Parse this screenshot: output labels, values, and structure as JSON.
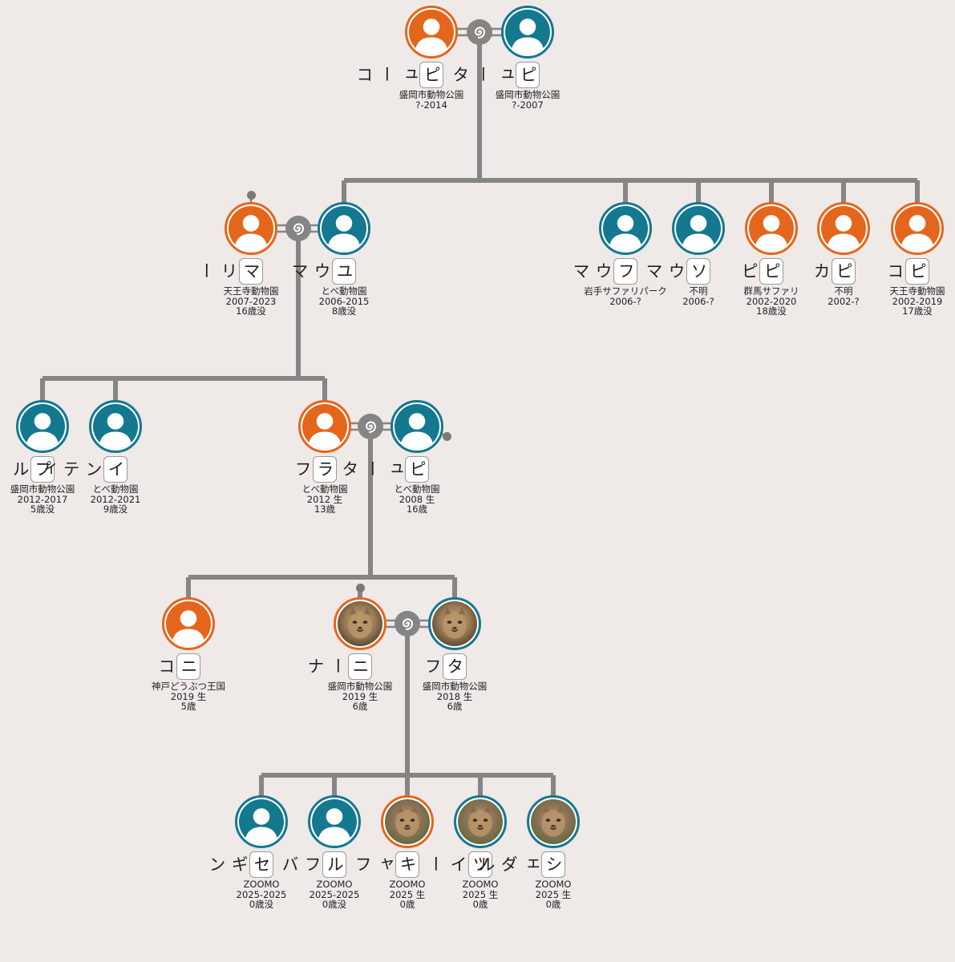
{
  "people": [
    {
      "id": "pyuko",
      "name": "ピューコ",
      "zoo": "盛岡市動物公園",
      "years": "?-2014",
      "note": "",
      "sex": "f",
      "photo": false
    },
    {
      "id": "pyuta1",
      "name": "ピュータ",
      "zoo": "盛岡市動物公園",
      "years": "?-2007",
      "note": "",
      "sex": "m",
      "photo": false
    },
    {
      "id": "mari",
      "name": "マリー",
      "zoo": "天王寺動物園",
      "years": "2007-2023",
      "note": "16歳没",
      "sex": "f",
      "photo": false
    },
    {
      "id": "yuma",
      "name": "ユウマ",
      "zoo": "とべ動物園",
      "years": "2006-2015",
      "note": "8歳没",
      "sex": "m",
      "photo": false
    },
    {
      "id": "fuma",
      "name": "フウマ",
      "zoo": "岩手サファリパーク",
      "years": "2006-?",
      "note": "",
      "sex": "m",
      "photo": false
    },
    {
      "id": "soma",
      "name": "ソウマ",
      "zoo": "不明",
      "years": "2006-?",
      "note": "",
      "sex": "m",
      "photo": false
    },
    {
      "id": "pipi",
      "name": "ピピ",
      "zoo": "群馬サファリ",
      "years": "2002-2020",
      "note": "18歳没",
      "sex": "f",
      "photo": false
    },
    {
      "id": "pika",
      "name": "ピカ",
      "zoo": "不明",
      "years": "2002-?",
      "note": "",
      "sex": "f",
      "photo": false
    },
    {
      "id": "piko",
      "name": "ピコ",
      "zoo": "天王寺動物園",
      "years": "2002-2019",
      "note": "17歳没",
      "sex": "f",
      "photo": false
    },
    {
      "id": "pluto",
      "name": "プルート",
      "zoo": "盛岡市動物公園",
      "years": "2012-2017",
      "note": "5歳没",
      "sex": "m",
      "photo": false
    },
    {
      "id": "inti",
      "name": "インティ",
      "zoo": "とべ動物園",
      "years": "2012-2021",
      "note": "9歳没",
      "sex": "m",
      "photo": false
    },
    {
      "id": "rafu",
      "name": "ラフ",
      "zoo": "とべ動物園",
      "years": "2012 生",
      "note": "13歳",
      "sex": "f",
      "photo": false
    },
    {
      "id": "pyuta2",
      "name": "ピュータ",
      "zoo": "とべ動物園",
      "years": "2008 生",
      "note": "16歳",
      "sex": "m",
      "photo": false
    },
    {
      "id": "niko",
      "name": "ニコ",
      "zoo": "神戸どうぶつ王国",
      "years": "2019 生",
      "note": "5歳",
      "sex": "f",
      "photo": false
    },
    {
      "id": "nina",
      "name": "ニーナ",
      "zoo": "盛岡市動物公園",
      "years": "2019 生",
      "note": "6歳",
      "sex": "f",
      "photo": true
    },
    {
      "id": "tafu",
      "name": "タフ",
      "zoo": "盛岡市動物公園",
      "years": "2018 生",
      "note": "6歳",
      "sex": "m",
      "photo": true
    },
    {
      "id": "segin",
      "name": "セギン",
      "zoo": "ZOOMO",
      "years": "2025-2025",
      "note": "0歳没",
      "sex": "m",
      "photo": false
    },
    {
      "id": "rufuba",
      "name": "ルフバ",
      "zoo": "ZOOMO",
      "years": "2025-2025",
      "note": "0歳没",
      "sex": "m",
      "photo": false
    },
    {
      "id": "kyafu",
      "name": "キャフ",
      "zoo": "ZOOMO",
      "years": "2025 生",
      "note": "0歳",
      "sex": "f",
      "photo": true
    },
    {
      "id": "tsui",
      "name": "ツイー",
      "zoo": "ZOOMO",
      "years": "2025 生",
      "note": "0歳",
      "sex": "m",
      "photo": true
    },
    {
      "id": "shedaru",
      "name": "シェダル",
      "zoo": "ZOOMO",
      "years": "2025 生",
      "note": "0歳",
      "sex": "m",
      "photo": true
    }
  ],
  "colors": {
    "male": "#14788f",
    "female": "#e4661c",
    "line": "#858585",
    "background": "#efe9e7"
  },
  "icons": {
    "person": "person-silhouette-icon",
    "couple": "spiral-couple-icon",
    "photo": "cougar-photo-icon"
  }
}
